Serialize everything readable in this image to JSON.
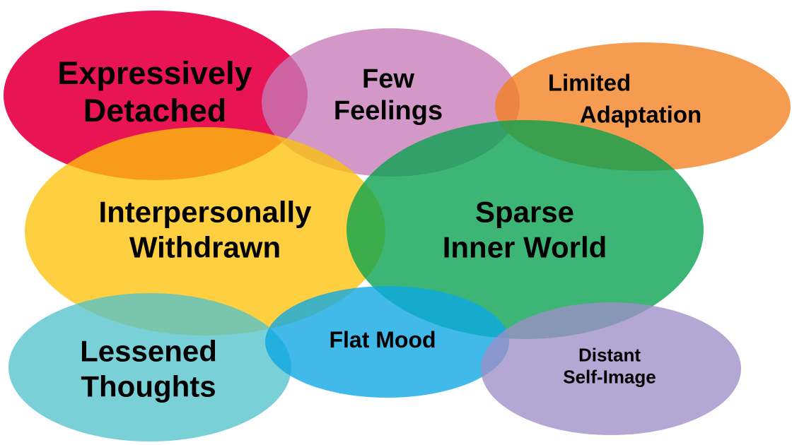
{
  "colors": {
    "red": "#E91453",
    "pink": "#C67AB9",
    "orange": "#F3801F",
    "yellow": "#FDC20C",
    "green": "#06A24E",
    "teal": "#53C3CC",
    "blue": "#0BA6E4",
    "purple": "#9E8EC6"
  },
  "traits": {
    "expressively_detached": [
      "Expressively",
      "Detached"
    ],
    "few_feelings": [
      "Few",
      "Feelings"
    ],
    "limited_adaptation": [
      "Limited",
      "Adaptation"
    ],
    "interpersonally_withdrawn": [
      "Interpersonally",
      "Withdrawn"
    ],
    "sparse_inner_world": [
      "Sparse",
      "Inner World"
    ],
    "lessened_thoughts": [
      "Lessened",
      "Thoughts"
    ],
    "flat_mood": [
      "Flat Mood"
    ],
    "distant_self_image": [
      "Distant",
      "Self-Image"
    ]
  }
}
